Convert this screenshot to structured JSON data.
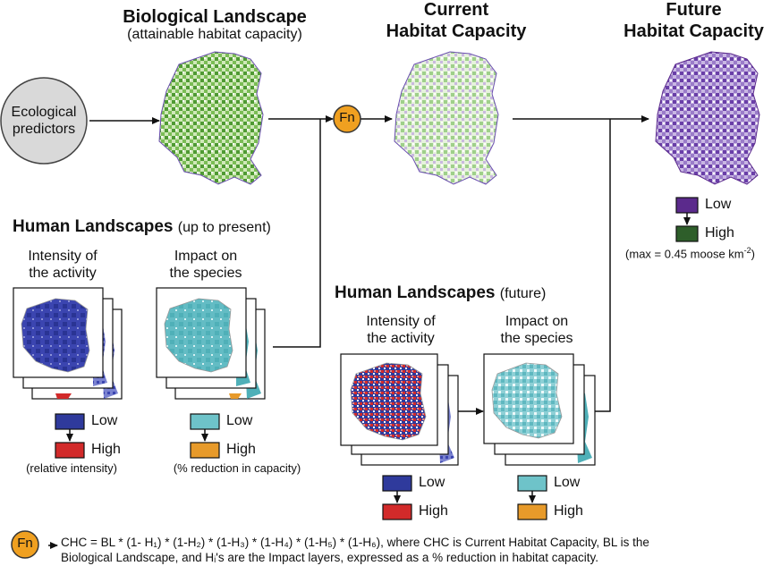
{
  "biological_landscape": {
    "title": "Biological Landscape",
    "subtitle": "(attainable habitat capacity)"
  },
  "current_capacity": {
    "title_line1": "Current",
    "title_line2": "Habitat Capacity"
  },
  "future_capacity": {
    "title_line1": "Future",
    "title_line2": "Habitat Capacity",
    "legend_low": "Low",
    "legend_high": "High",
    "note_prefix": "(max = 0.45 moose km",
    "note_sup": "-2",
    "note_suffix": ")",
    "color_low": "#5b2a8c",
    "color_high": "#2e5e2a"
  },
  "ecological_predictors": {
    "line1": "Ecological",
    "line2": "predictors"
  },
  "fn_label": "Fn",
  "human_present": {
    "title": "Human Landscapes",
    "qualifier": "(up to present)",
    "intensity_line1": "Intensity of",
    "intensity_line2": "the activity",
    "impact_line1": "Impact on",
    "impact_line2": "the species",
    "intensity_low": "Low",
    "intensity_high": "High",
    "intensity_note": "(relative intensity)",
    "impact_low": "Low",
    "impact_high": "High",
    "impact_note": "(% reduction in capacity)"
  },
  "human_future": {
    "title": "Human Landscapes",
    "qualifier": "(future)",
    "intensity_line1": "Intensity of",
    "intensity_line2": "the activity",
    "impact_line1": "Impact on",
    "impact_line2": "the species",
    "intensity_low": "Low",
    "intensity_high": "High",
    "impact_low": "Low",
    "impact_high": "High"
  },
  "colors": {
    "fn_orange": "#f0a020",
    "predictor_gray": "#d9d9d9",
    "intensity_low": "#2f3a9c",
    "intensity_high": "#d22a2a",
    "impact_low": "#6ec3c9",
    "impact_high": "#e79a2a",
    "bio_green": "#5da83a",
    "future_purple": "#7a4fb0"
  },
  "formula": {
    "line1": "CHC = BL * (1- H₁) * (1-H₂) * (1-H₃) * (1-H₄) * (1-H₅) * (1-H₆), where CHC is Current Habitat Capacity, BL is the",
    "line2": "Biological Landscape, and Hᵢ's are the Impact layers, expressed as a % reduction in habitat capacity."
  }
}
